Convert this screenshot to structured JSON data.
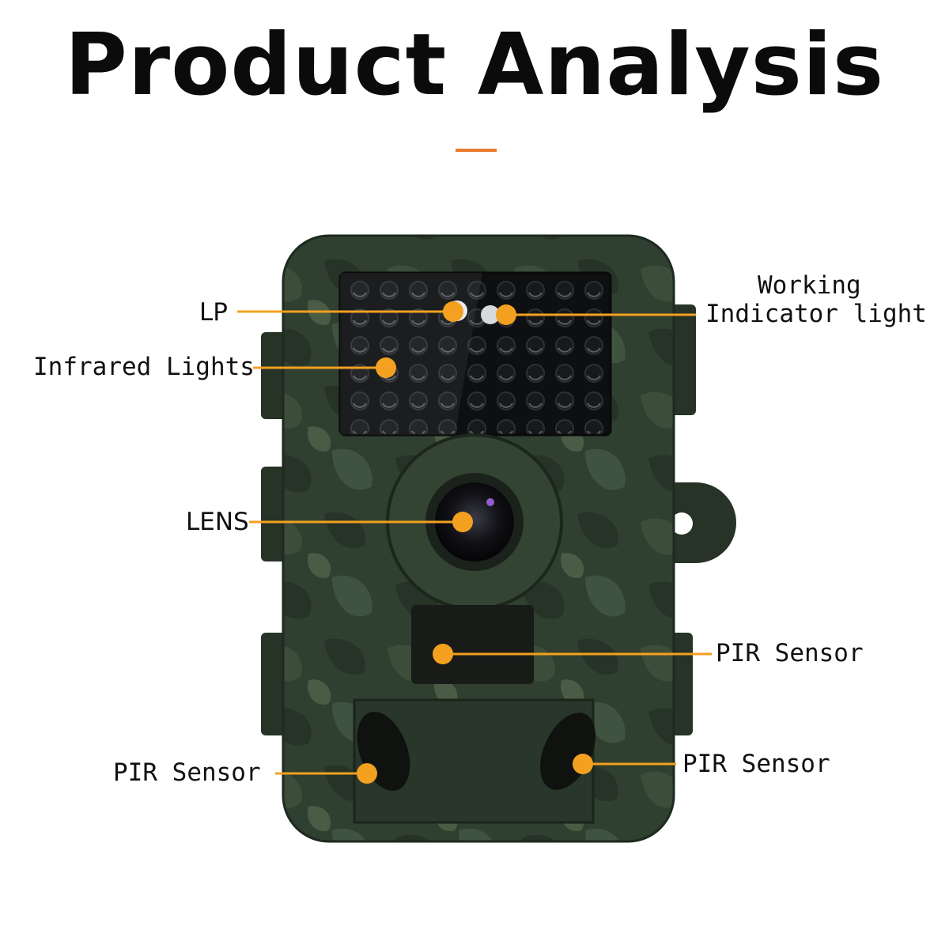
{
  "title": "Product Analysis",
  "colors": {
    "accent": "#e8792b",
    "callout": "#f4a020",
    "body": "#2f3f30",
    "body_dark": "#1d2a1f"
  },
  "callouts": {
    "lp": "LP",
    "infrared": "Infrared Lights",
    "lens": "LENS",
    "working_line1": "Working",
    "working_line2": "Indicator light",
    "pir_center": "PIR Sensor",
    "pir_left": "PIR Sensor",
    "pir_right": "PIR Sensor"
  }
}
